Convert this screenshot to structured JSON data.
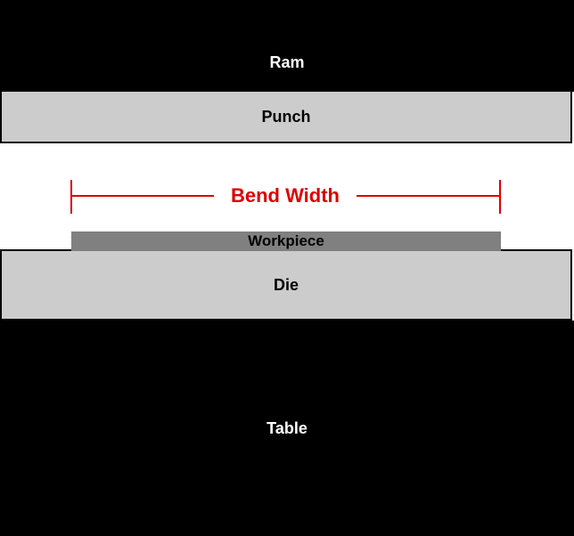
{
  "colors": {
    "ram": "#000000",
    "table": "#000000",
    "punch": "#cccccc",
    "die": "#cccccc",
    "workpiece": "#808080",
    "dimension": "#dd0000",
    "dark_label": "#ffffff",
    "light_label": "#000000"
  },
  "labels": {
    "ram": "Ram",
    "punch": "Punch",
    "bend_width": "Bend Width",
    "workpiece": "Workpiece",
    "die": "Die",
    "table": "Table"
  }
}
